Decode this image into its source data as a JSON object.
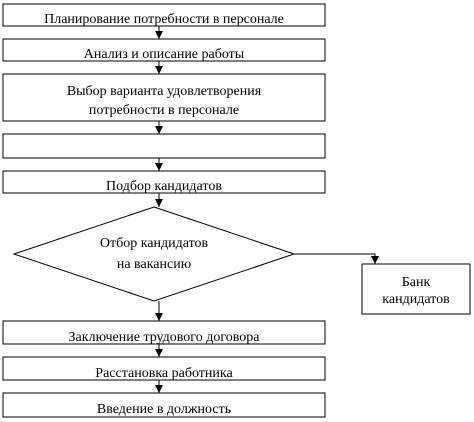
{
  "diagram": {
    "nodes": [
      {
        "id": "planning",
        "shape": "rect",
        "lines": [
          "Планирование потребности в персонале"
        ]
      },
      {
        "id": "analysis",
        "shape": "rect",
        "lines": [
          "Анализ и описание работы"
        ]
      },
      {
        "id": "choice",
        "shape": "rect",
        "lines": [
          "Выбор варианта удовлетворения",
          "потребности   в персонале"
        ]
      },
      {
        "id": "blank",
        "shape": "rect",
        "lines": []
      },
      {
        "id": "selection",
        "shape": "rect",
        "lines": [
          "Подбор кандидатов"
        ]
      },
      {
        "id": "screening",
        "shape": "diamond",
        "lines": [
          "Отбор кандидатов",
          "на вакансию"
        ]
      },
      {
        "id": "bank",
        "shape": "rect",
        "lines": [
          "Банк",
          "кандидатов"
        ]
      },
      {
        "id": "contract",
        "shape": "rect",
        "lines": [
          "Заключение трудового договора"
        ]
      },
      {
        "id": "placement",
        "shape": "rect",
        "lines": [
          "Расстановка работника"
        ]
      },
      {
        "id": "induction",
        "shape": "rect",
        "lines": [
          "Введение в должность"
        ]
      }
    ],
    "edges": [
      {
        "from": "planning",
        "to": "analysis"
      },
      {
        "from": "analysis",
        "to": "choice"
      },
      {
        "from": "choice",
        "to": "blank"
      },
      {
        "from": "blank",
        "to": "selection"
      },
      {
        "from": "selection",
        "to": "screening"
      },
      {
        "from": "screening",
        "to": "bank"
      },
      {
        "from": "screening",
        "to": "contract"
      },
      {
        "from": "contract",
        "to": "placement"
      },
      {
        "from": "placement",
        "to": "induction"
      }
    ]
  }
}
